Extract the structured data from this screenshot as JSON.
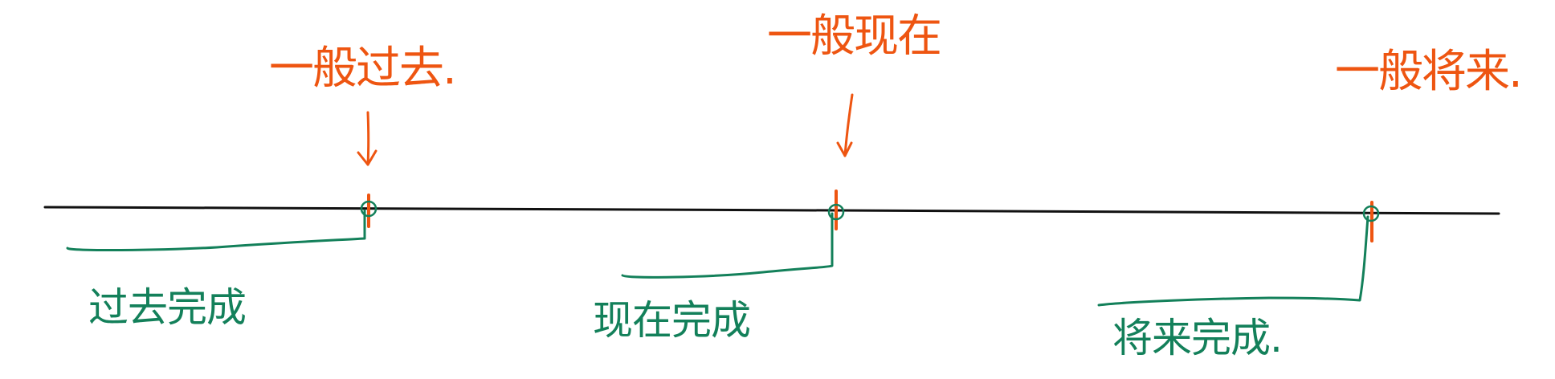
{
  "colors": {
    "timeline": "#111111",
    "simple": "#ee5511",
    "perfect": "#13805a"
  },
  "labels": {
    "simple_past": "一般过去.",
    "simple_present": "一般现在",
    "simple_future": "一般将来.",
    "past_perfect": "过去完成",
    "present_perfect": "现在完成",
    "future_perfect": "将来完成."
  }
}
